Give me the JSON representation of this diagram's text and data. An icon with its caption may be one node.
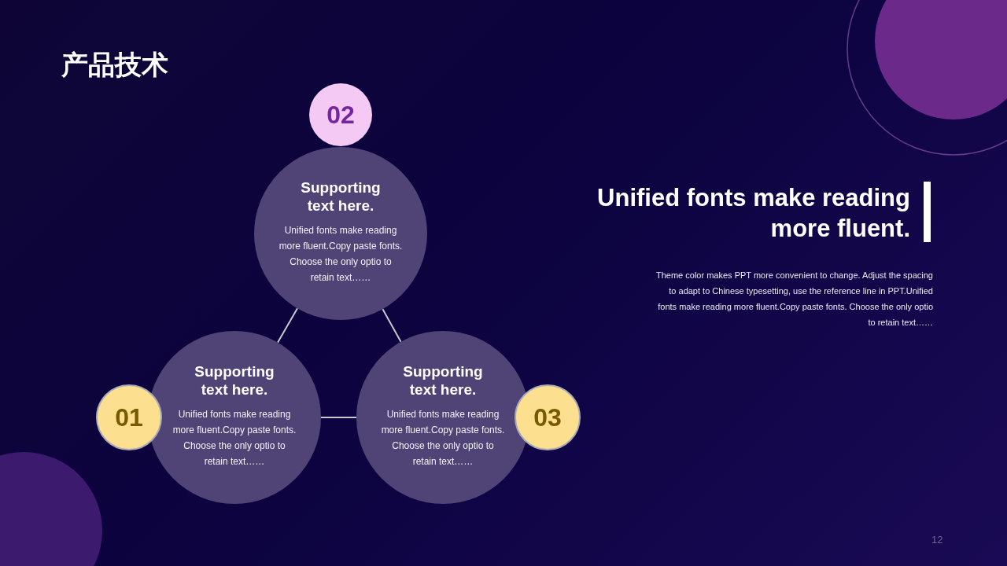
{
  "diagram": {
    "title": "产品技术",
    "nodes": [
      {
        "text": [
          "02"
        ]
      },
      {
        "text": [
          "Supporting text here.",
          "Unified fonts make reading more fluent.Copy paste fonts. Choose the only optio to retain text……"
        ]
      },
      {
        "text": [
          "01"
        ]
      },
      {
        "text": [
          "Supporting text here.",
          "Unified fonts make reading more fluent.Copy paste fonts. Choose the only optio to retain text……"
        ]
      },
      {
        "text": [
          "Supporting text here.",
          "Unified fonts make reading more fluent.Copy paste fonts. Choose the only optio to retain text……"
        ]
      },
      {
        "text": [
          "03"
        ]
      }
    ],
    "edges": [
      {
        "from": 1,
        "to": 3,
        "arrow": "none"
      },
      {
        "from": 1,
        "to": 4,
        "arrow": "none"
      },
      {
        "from": 3,
        "to": 4,
        "arrow": "none"
      }
    ],
    "labels": [
      "Unified fonts make reading more fluent.",
      "Theme  color makes PPT more convenient to change. Adjust the spacing to adapt to Chinese typesetting, use the reference line in PPT.Unified fonts make reading more fluent.Copy paste fonts. Choose the only optio to retain text……",
      "12"
    ]
  }
}
